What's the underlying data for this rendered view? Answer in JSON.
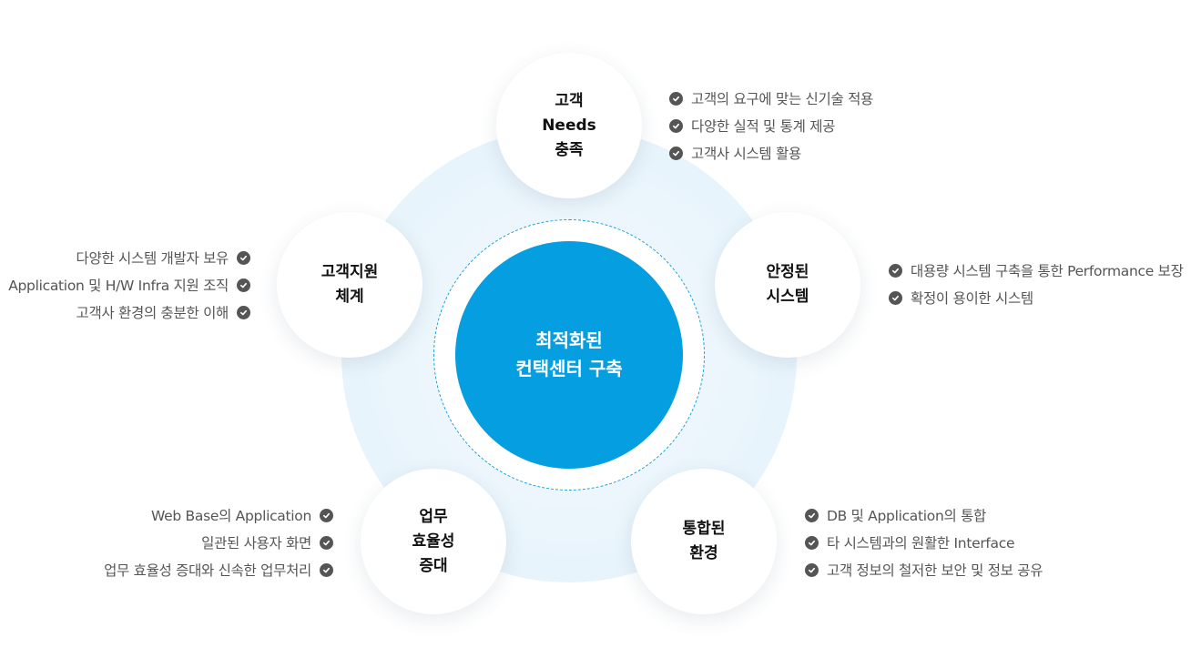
{
  "center": {
    "label": "최적화된\n컨택센터 구축"
  },
  "nodes": {
    "top": {
      "label": "고객\nNeeds\n충족"
    },
    "right": {
      "label": "안정된\n시스템"
    },
    "bottom_right": {
      "label": "통합된\n환경"
    },
    "bottom_left": {
      "label": "업무\n효율성\n증대"
    },
    "left": {
      "label": "고객지원\n체계"
    }
  },
  "lists": {
    "top": [
      "고객의 요구에 맞는 신기술 적용",
      "다양한 실적 및 통계 제공",
      "고객사 시스템 활용"
    ],
    "right": [
      "대용량 시스템 구축을 통한 Performance 보장",
      "확정이 용이한 시스템"
    ],
    "bottom_right": [
      "DB 및 Application의 통합",
      "타 시스템과의 원활한 Interface",
      "고객 정보의 철저한 보안 및 정보 공유"
    ],
    "bottom_left": [
      "Web Base의 Application",
      "일관된 사용자 화면",
      "업무 효율성 증대와 신속한 업무처리"
    ],
    "left": [
      "다양한 시스템 개발자 보유",
      "Application 및 H/W Infra 지원 조직",
      "고객사 환경의 충분한 이해"
    ]
  },
  "icons": {
    "bullet": "check-circle-icon"
  },
  "colors": {
    "center": "#059ee0",
    "ring": "#1aa0dd",
    "background_circle": "#eaf5fc",
    "text": "#555555",
    "node_text": "#111111"
  }
}
